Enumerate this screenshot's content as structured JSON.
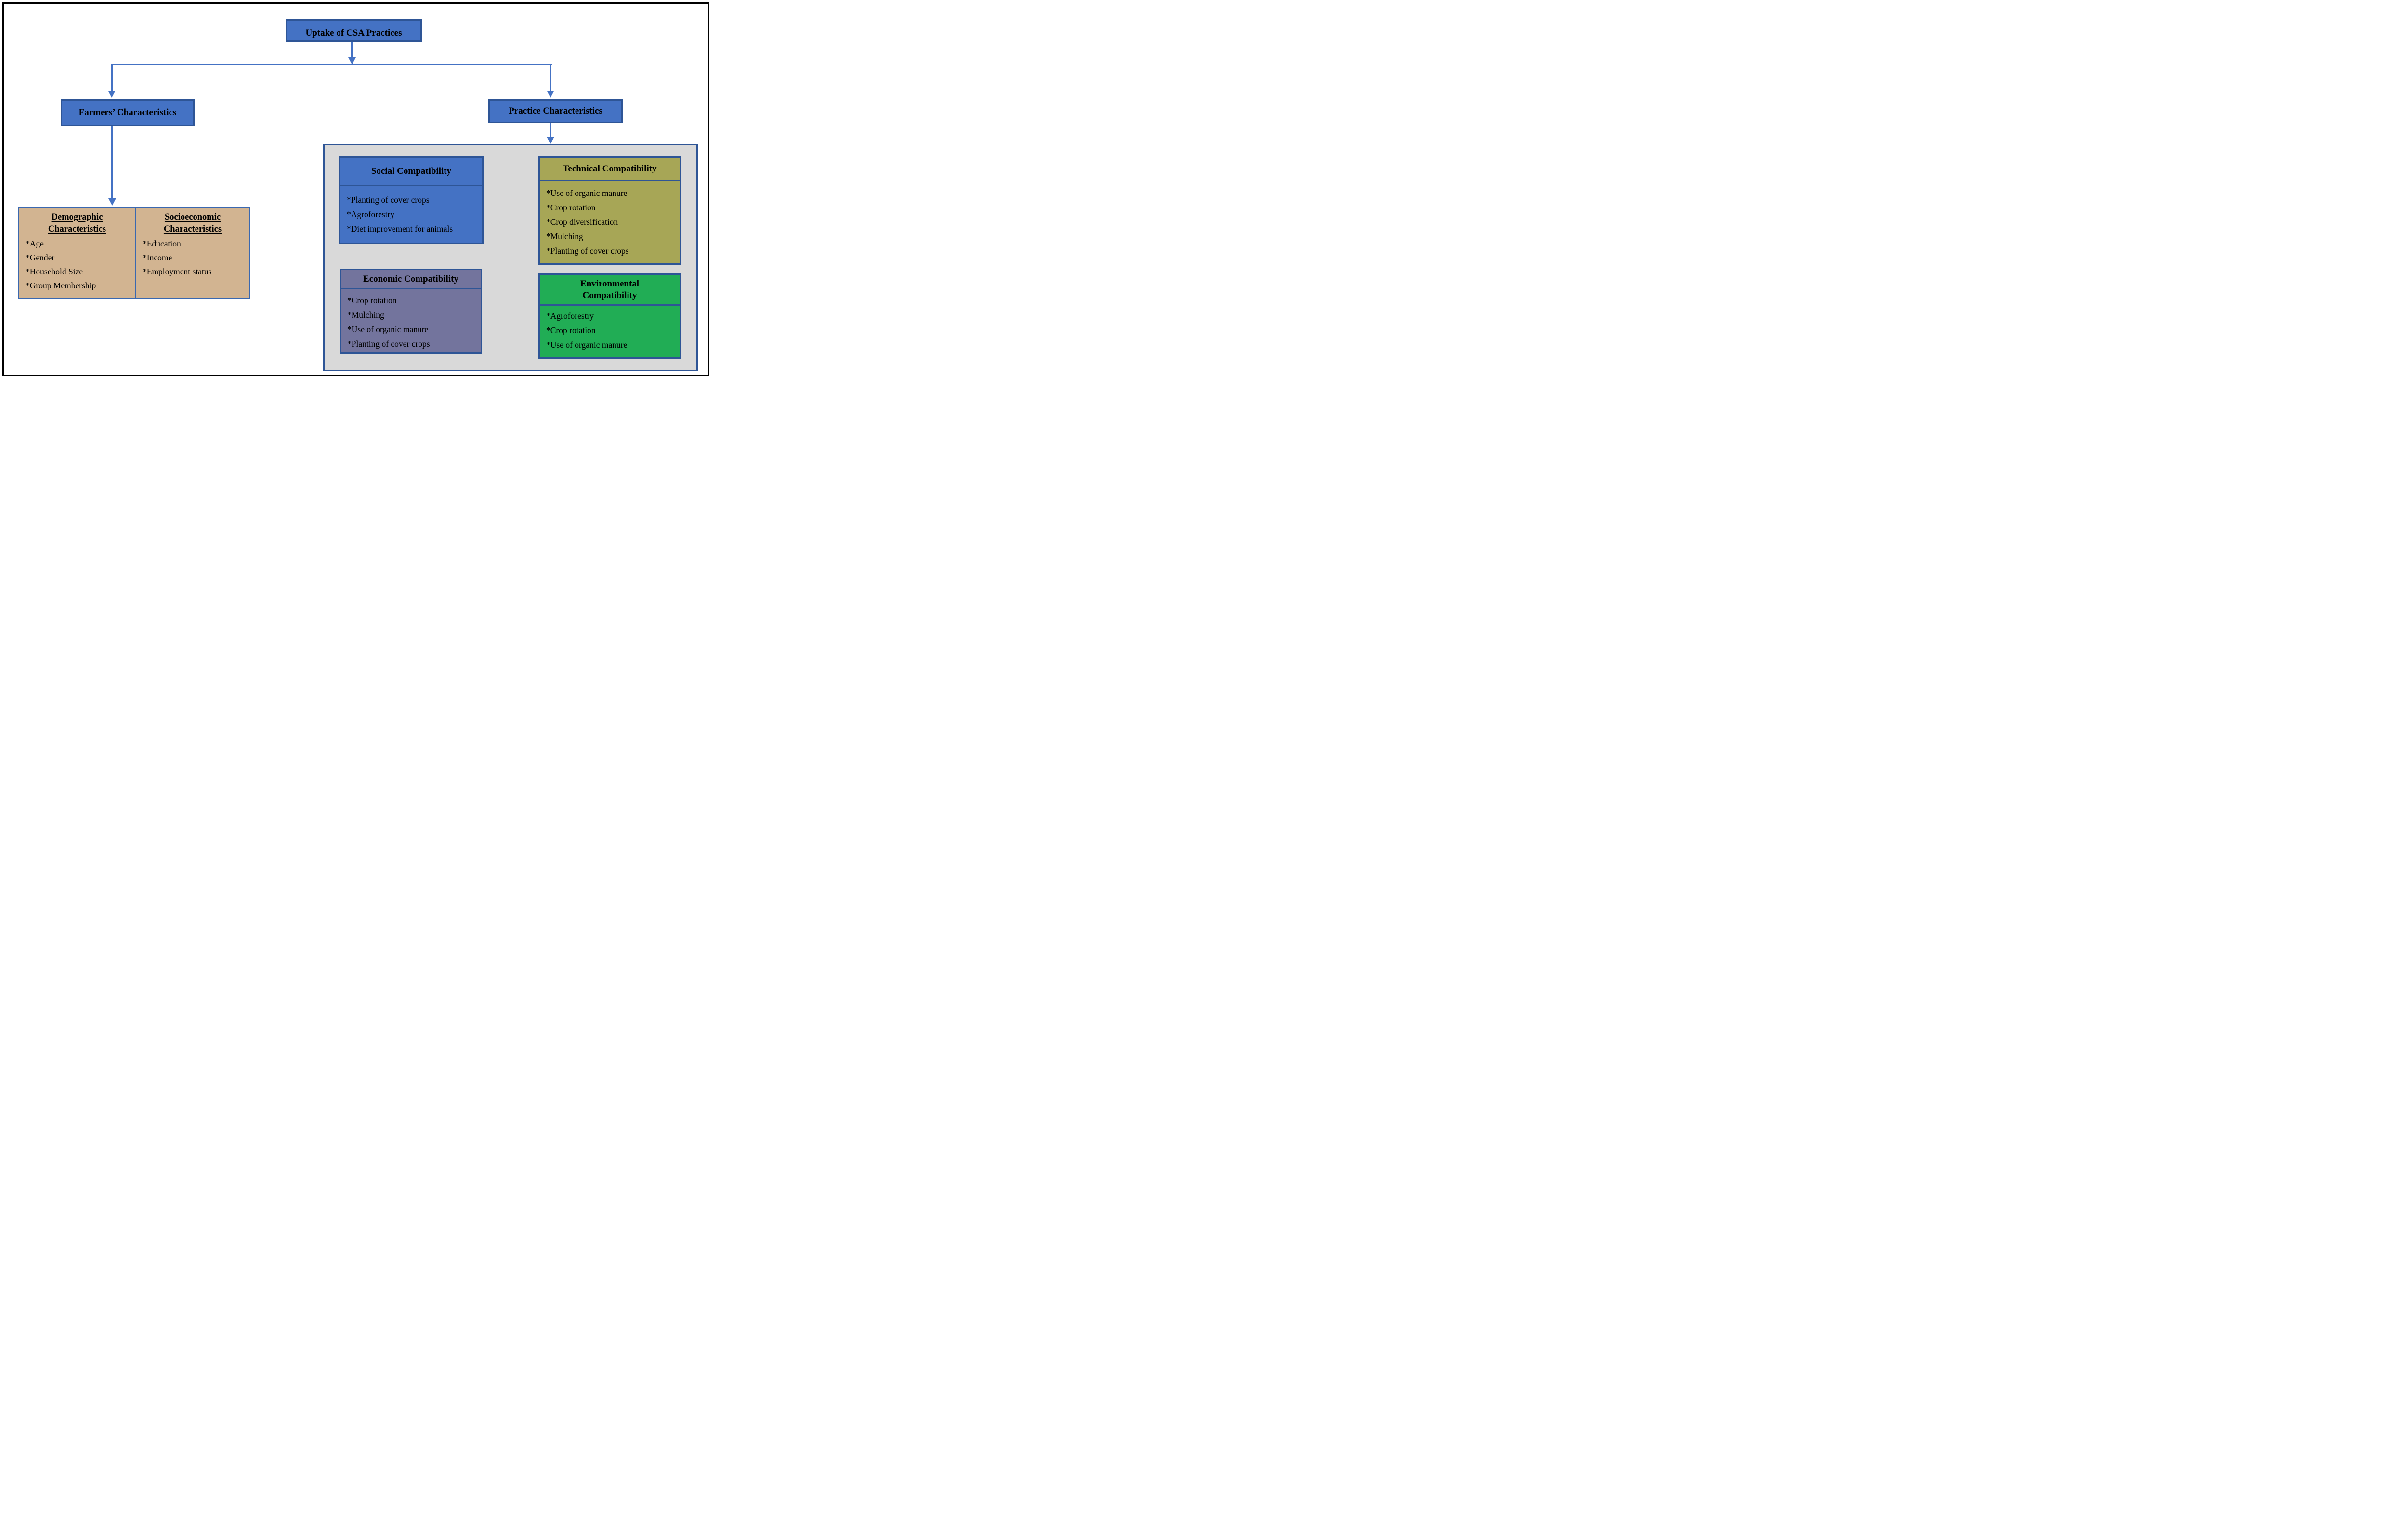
{
  "title_box": {
    "label": "Uptake of CSA Practices"
  },
  "branches": {
    "farmers": {
      "label": "Farmers’ Characteristics"
    },
    "practice": {
      "label": "Practice Characteristics"
    }
  },
  "farmers_detail": {
    "demographic": {
      "title_line1": "Demographic",
      "title_line2": "Characteristics",
      "items": [
        "*Age",
        "*Gender",
        "*Household Size",
        "*Group Membership"
      ]
    },
    "socioeconomic": {
      "title_line1": "Socioeconomic",
      "title_line2": "Characteristics",
      "items": [
        "*Education",
        "*Income",
        "*Employment status"
      ]
    }
  },
  "practice_detail": {
    "social": {
      "title": "Social Compatibility",
      "items": [
        "*Planting of cover crops",
        "*Agroforestry",
        "*Diet improvement for animals"
      ]
    },
    "technical": {
      "title": "Technical Compatibility",
      "items": [
        "*Use of organic manure",
        "*Crop rotation",
        "*Crop diversification",
        "*Mulching",
        "*Planting of cover crops"
      ]
    },
    "economic": {
      "title": "Economic Compatibility",
      "items": [
        "*Crop rotation",
        "*Mulching",
        "*Use of organic manure",
        "*Planting of cover crops"
      ]
    },
    "environmental": {
      "title_line1": "Environmental",
      "title_line2": "Compatibility",
      "items": [
        "*Agroforestry",
        "*Crop rotation",
        "*Use of organic manure"
      ]
    }
  },
  "colors": {
    "node_blue": "#4472C4",
    "dark_blue_border": "#2E5596",
    "tan_fill": "#D2B491",
    "tan_border": "#3A68B0",
    "gray_panel": "#D9D9D9",
    "olive_fill": "#A7A656",
    "slate_purple_fill": "#73749D",
    "green_fill": "#21AD55",
    "arrow_blue": "#4472C4",
    "outer_border": "#000000",
    "text": "#000000"
  }
}
